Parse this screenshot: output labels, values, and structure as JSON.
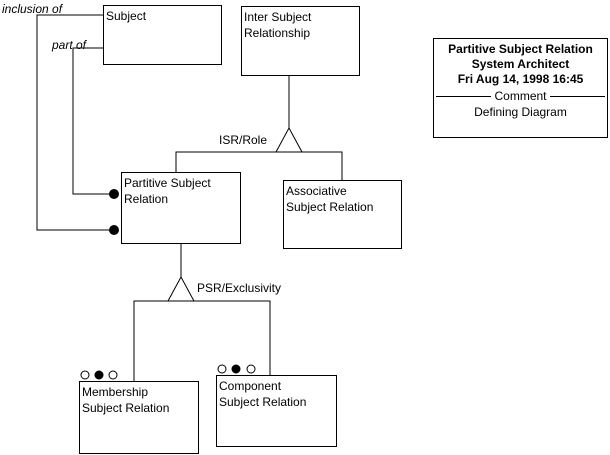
{
  "entities": {
    "subject": [
      "Subject"
    ],
    "inter_subject_relationship": [
      "Inter Subject",
      "Relationship"
    ],
    "partitive_subject_relation": [
      "Partitive Subject",
      "Relation"
    ],
    "associative_subject_relation": [
      "Associative",
      "Subject Relation"
    ],
    "membership_subject_relation": [
      "Membership",
      "Subject Relation"
    ],
    "component_subject_relation": [
      "Component",
      "Subject Relation"
    ]
  },
  "relationship_labels": {
    "inclusion_of": "inclusion of",
    "part_of": "part of"
  },
  "subtype_labels": {
    "isr_role": "ISR/Role",
    "psr_exclusivity": "PSR/Exclusivity"
  },
  "legend": {
    "title": "Partitive Subject Relation",
    "author": "System Architect",
    "date": "Fri Aug 14, 1998  16:45",
    "comment_header": "Comment",
    "comment": "Defining Diagram"
  }
}
